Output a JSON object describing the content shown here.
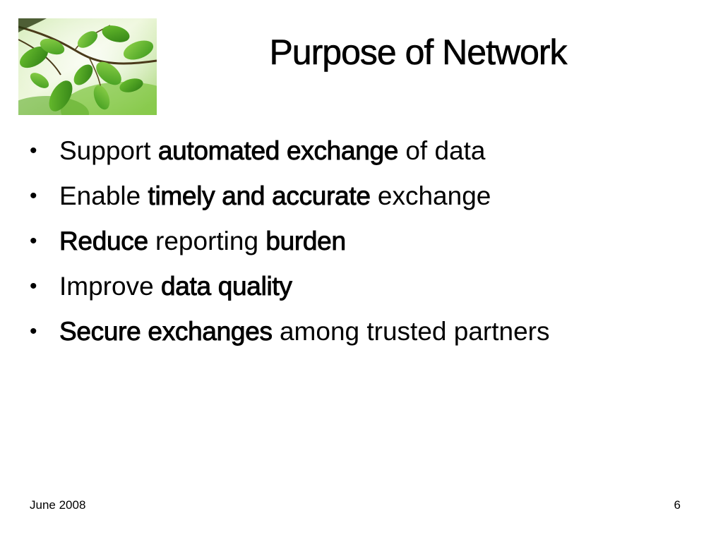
{
  "slide": {
    "title": "Purpose of Network",
    "bullets": [
      {
        "parts": [
          {
            "text": "Support ",
            "bold": false
          },
          {
            "text": "automated exchange",
            "bold": true
          },
          {
            "text": " of data",
            "bold": false
          }
        ]
      },
      {
        "parts": [
          {
            "text": "Enable ",
            "bold": false
          },
          {
            "text": "timely and accurate",
            "bold": true
          },
          {
            "text": " exchange",
            "bold": false
          }
        ]
      },
      {
        "parts": [
          {
            "text": "Reduce",
            "bold": true
          },
          {
            "text": " reporting ",
            "bold": false
          },
          {
            "text": "burden",
            "bold": true
          }
        ]
      },
      {
        "parts": [
          {
            "text": "Improve ",
            "bold": false
          },
          {
            "text": "data quality",
            "bold": true
          }
        ]
      },
      {
        "parts": [
          {
            "text": "Secure exchanges",
            "bold": true
          },
          {
            "text": " among trusted partners",
            "bold": false
          }
        ]
      }
    ],
    "bullet_glyph": "•",
    "footer_date": "June 2008",
    "page_number": "6",
    "image_icon": "green-leaves-photo",
    "colors": {
      "background": "#ffffff",
      "text": "#000000",
      "leaf_green": "#4caf2a"
    }
  }
}
